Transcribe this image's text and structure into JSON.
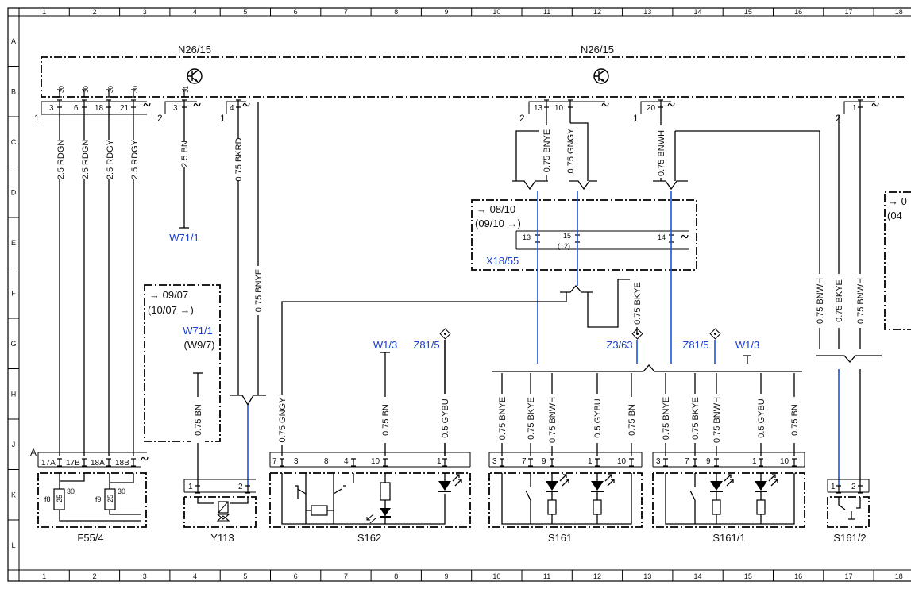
{
  "grid": {
    "columns": [
      "1",
      "2",
      "3",
      "4",
      "5",
      "6",
      "7",
      "8",
      "9",
      "10",
      "11",
      "12",
      "13",
      "14",
      "15",
      "16",
      "17",
      "18"
    ],
    "rows": [
      "A",
      "B",
      "C",
      "D",
      "E",
      "F",
      "G",
      "H",
      "J",
      "K",
      "L"
    ]
  },
  "modules": {
    "n26_left": "N26/15",
    "n26_right": "N26/15"
  },
  "connector_groups": {
    "g1": "1",
    "g2": "2",
    "g3": "1",
    "g4": "2",
    "g5": "1",
    "g6": "2"
  },
  "pins_top": {
    "p30a": "30",
    "p30b": "30",
    "p30c": "30",
    "p30d": "30",
    "p31": "31",
    "p3": "3",
    "p6": "6",
    "p18": "18",
    "p21": "21",
    "p3b": "3",
    "p4": "4",
    "p13": "13",
    "p10": "10",
    "p20": "20",
    "p1": "1"
  },
  "wires": {
    "w1": "2.5 RDGN",
    "w2": "2.5 RDGN",
    "w3": "2.5 RDGY",
    "w4": "2.5 RDGY",
    "w5": "2.5 BN",
    "w6": "0.75 BKRD",
    "w7": "0.75 BNYE",
    "w8": "0.75 BNYE",
    "w9": "0.75 GNGY",
    "w10": "0.75 BNWH",
    "w11": "0.75 BKYE",
    "w12": "0.75 BNWH",
    "w13": "0.75 BKYE",
    "w14": "0.75 BNWH",
    "w15": "0.75 BN",
    "w16": "0.75 GNGY",
    "w17": "0.75 BN",
    "w18": "0.5 GYBU",
    "w19": "0.75 BNYE",
    "w20": "0.75 BKYE",
    "w21": "0.75 BNWH",
    "w22": "0.5 GYBU",
    "w23": "0.75 BN",
    "w24": "0.75 BNYE",
    "w25": "0.75 BKYE",
    "w26": "0.75 BNWH",
    "w27": "0.5 GYBU",
    "w28": "0.75 BN"
  },
  "references": {
    "w71_1_top": "W71/1",
    "w71_1": "W71/1",
    "w9_7": "(W9/7)",
    "w1_3_a": "W1/3",
    "z81_5_a": "Z81/5",
    "z3_63": "Z3/63",
    "z81_5_b": "Z81/5",
    "w1_3_b": "W1/3",
    "x18_55": "X18/55"
  },
  "validity": {
    "v1": "→ 09/07",
    "v2": "(10/07 →)",
    "v3": "→ 08/10",
    "v4": "(09/10 →)",
    "v5": "→ 0",
    "v6": "(04"
  },
  "x18_pins": {
    "a": "13",
    "b": "15",
    "c": "(12)",
    "d": "14"
  },
  "components": {
    "f55_4": {
      "name": "F55/4",
      "group": "A",
      "pins": [
        "17A",
        "17B",
        "18A",
        "18B"
      ],
      "fuse_a": "f8",
      "fuse_a_rating": "25",
      "fuse_a_term": "30",
      "fuse_b": "f9",
      "fuse_b_rating": "25",
      "fuse_b_term": "30"
    },
    "y113": {
      "name": "Y113",
      "pins": [
        "1",
        "2"
      ]
    },
    "s162": {
      "name": "S162",
      "pins": [
        "7",
        "3",
        "8",
        "4",
        "10",
        "1"
      ]
    },
    "s161": {
      "name": "S161",
      "pins": [
        "3",
        "7",
        "9",
        "1",
        "10"
      ]
    },
    "s161_1": {
      "name": "S161/1",
      "pins": [
        "3",
        "7",
        "9",
        "1",
        "10"
      ]
    },
    "s161_2": {
      "name": "S161/2",
      "pins": [
        "1",
        "2"
      ]
    }
  }
}
